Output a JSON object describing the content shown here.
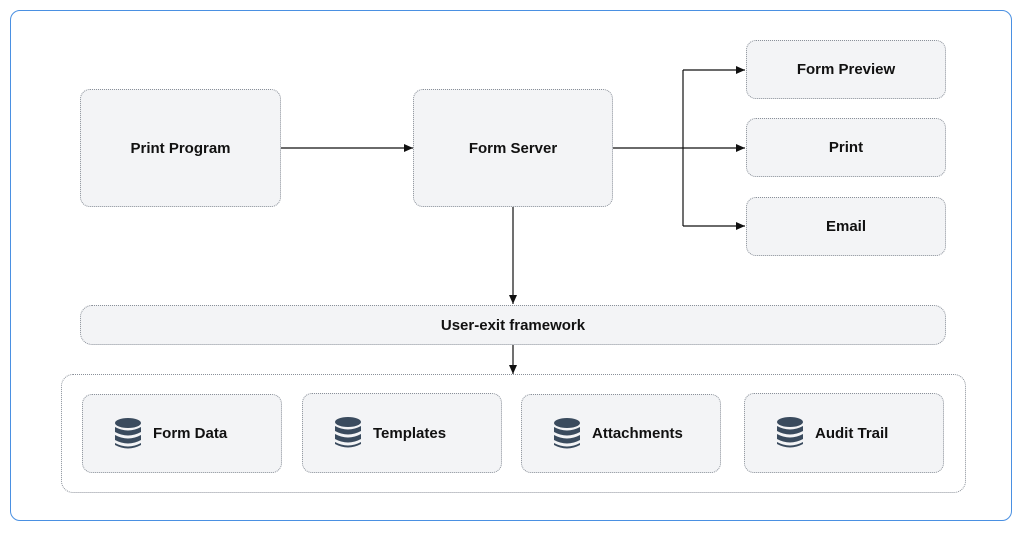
{
  "nodes": {
    "print_program": "Print Program",
    "form_server": "Form Server",
    "form_preview": "Form Preview",
    "print": "Print",
    "email": "Email",
    "user_exit": "User-exit framework"
  },
  "stores": [
    {
      "label": "Form Data",
      "icon": "database-icon"
    },
    {
      "label": "Templates",
      "icon": "database-icon"
    },
    {
      "label": "Attachments",
      "icon": "database-icon"
    },
    {
      "label": "Audit Trail",
      "icon": "database-icon"
    }
  ],
  "colors": {
    "frame_border": "#4a90e2",
    "node_fill": "#f3f4f6",
    "node_border": "#8a9099",
    "icon": "#3a4b5e",
    "connector": "#111111"
  }
}
